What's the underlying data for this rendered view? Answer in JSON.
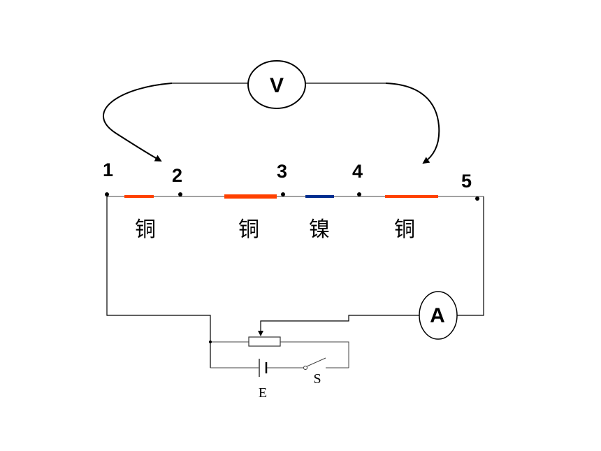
{
  "nodes": [
    "1",
    "2",
    "3",
    "4",
    "5"
  ],
  "materials": {
    "segment1": "铜",
    "segment2": "铜",
    "segment3": "镍",
    "segment4": "铜"
  },
  "meters": {
    "voltmeter": "V",
    "ammeter": "A"
  },
  "battery_label": "E",
  "switch_label": "S",
  "colors": {
    "copper": "#ff4000",
    "nickel": "#002d8f",
    "wire": "#000000"
  }
}
